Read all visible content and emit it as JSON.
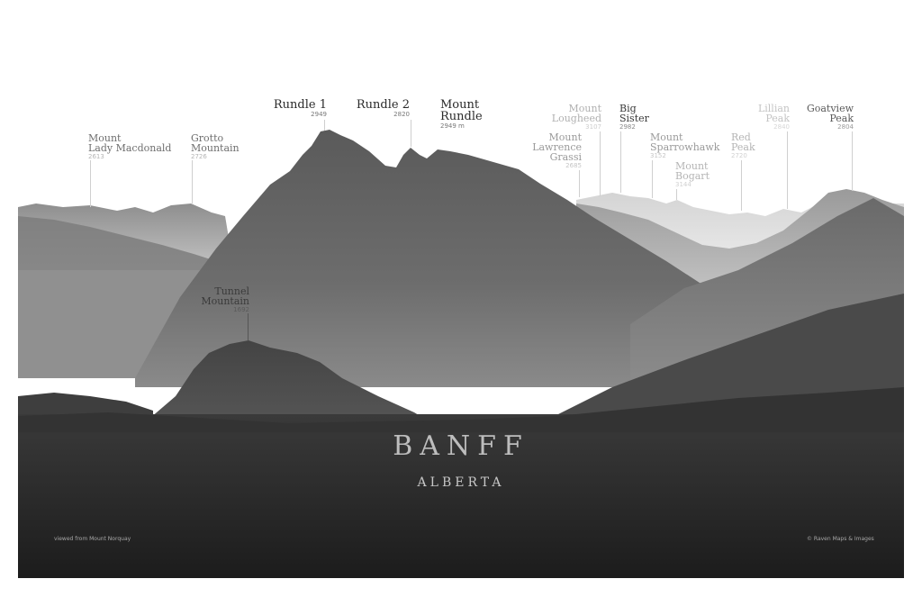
{
  "poster": {
    "title": "BANFF",
    "subtitle": "ALBERTA",
    "viewpoint": "viewed from Mount Norquay",
    "credit": "© Raven Maps & Images"
  },
  "peaks": [
    {
      "id": "lady-macdonald",
      "name": [
        "Mount",
        "Lady Macdonald"
      ],
      "elev": "2613"
    },
    {
      "id": "grotto",
      "name": [
        "Grotto",
        "Mountain"
      ],
      "elev": "2726"
    },
    {
      "id": "rundle-1",
      "name": [
        "Rundle 1"
      ],
      "elev": "2949"
    },
    {
      "id": "rundle-2",
      "name": [
        "Rundle 2"
      ],
      "elev": "2820"
    },
    {
      "id": "mount-rundle",
      "name": [
        "Mount",
        "Rundle"
      ],
      "elev": "2949 m"
    },
    {
      "id": "lawrence-grassi",
      "name": [
        "Mount",
        "Lawrence",
        "Grassi"
      ],
      "elev": "2685"
    },
    {
      "id": "lougheed",
      "name": [
        "Mount",
        "Lougheed"
      ],
      "elev": "3107"
    },
    {
      "id": "big-sister",
      "name": [
        "Big",
        "Sister"
      ],
      "elev": "2982"
    },
    {
      "id": "sparrowhawk",
      "name": [
        "Mount",
        "Sparrowhawk"
      ],
      "elev": "3152"
    },
    {
      "id": "bogart",
      "name": [
        "Mount",
        "Bogart"
      ],
      "elev": "3144"
    },
    {
      "id": "red-peak",
      "name": [
        "Red",
        "Peak"
      ],
      "elev": "2720"
    },
    {
      "id": "lillian",
      "name": [
        "Lillian",
        "Peak"
      ],
      "elev": "2840"
    },
    {
      "id": "goatview",
      "name": [
        "Goatview",
        "Peak"
      ],
      "elev": "2804"
    },
    {
      "id": "tunnel",
      "name": [
        "Tunnel",
        "Mountain"
      ],
      "elev": "1692"
    }
  ],
  "colors": {
    "background": "#ffffff",
    "sky": "#ffffff",
    "foreground": "#1f1f1f",
    "title": "#bdbdbd"
  }
}
